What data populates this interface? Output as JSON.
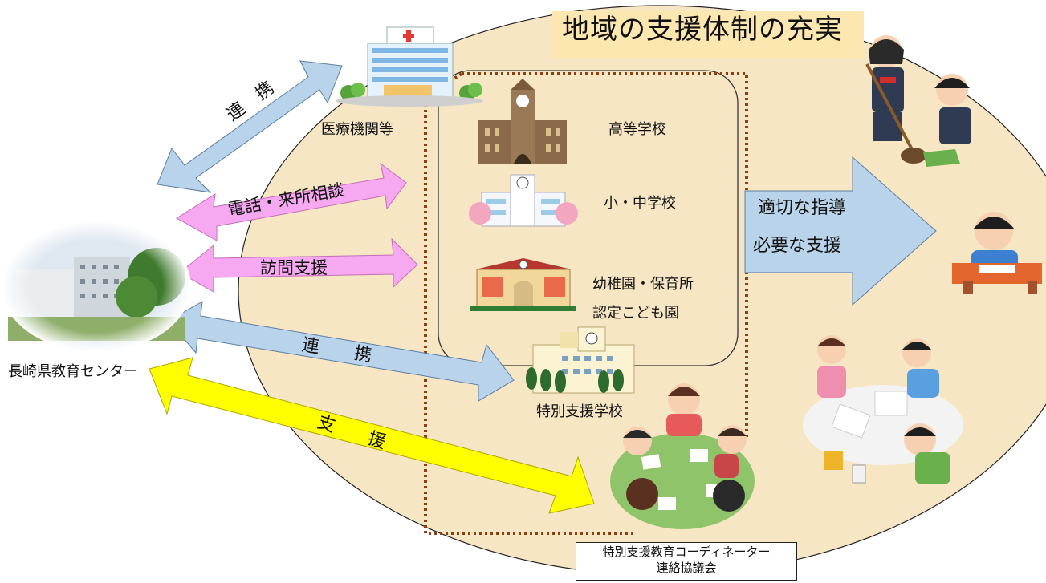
{
  "title": "地域の支援体制の充実",
  "center": {
    "label": "長崎県教育センター"
  },
  "institutions": {
    "medical": "医療機関等",
    "high_school": "高等学校",
    "elem_middle": "小・中学校",
    "kindergarten_line1": "幼稚園・保育所",
    "kindergarten_line2": "認定こども園",
    "special_school": "特別支援学校"
  },
  "arrows": {
    "collab_top": "連　携",
    "phone_consult": "電話・来所相談",
    "visit_support": "訪問支援",
    "collab_mid": "連　　携",
    "support": "支　　援"
  },
  "outcomes": {
    "line1": "適切な指導",
    "line2": "必要な支援"
  },
  "coordinator": {
    "line1": "特別支援教育コーディネーター",
    "line2": "連絡協議会"
  },
  "colors": {
    "ellipse": "#f7e6c4",
    "blue_arrow": "#b9d3ea",
    "pink_arrow": "#f6a9f0",
    "yellow_arrow": "#ffff00",
    "dotted_border": "#8b3d14",
    "title_bg": "#fde7b0"
  }
}
